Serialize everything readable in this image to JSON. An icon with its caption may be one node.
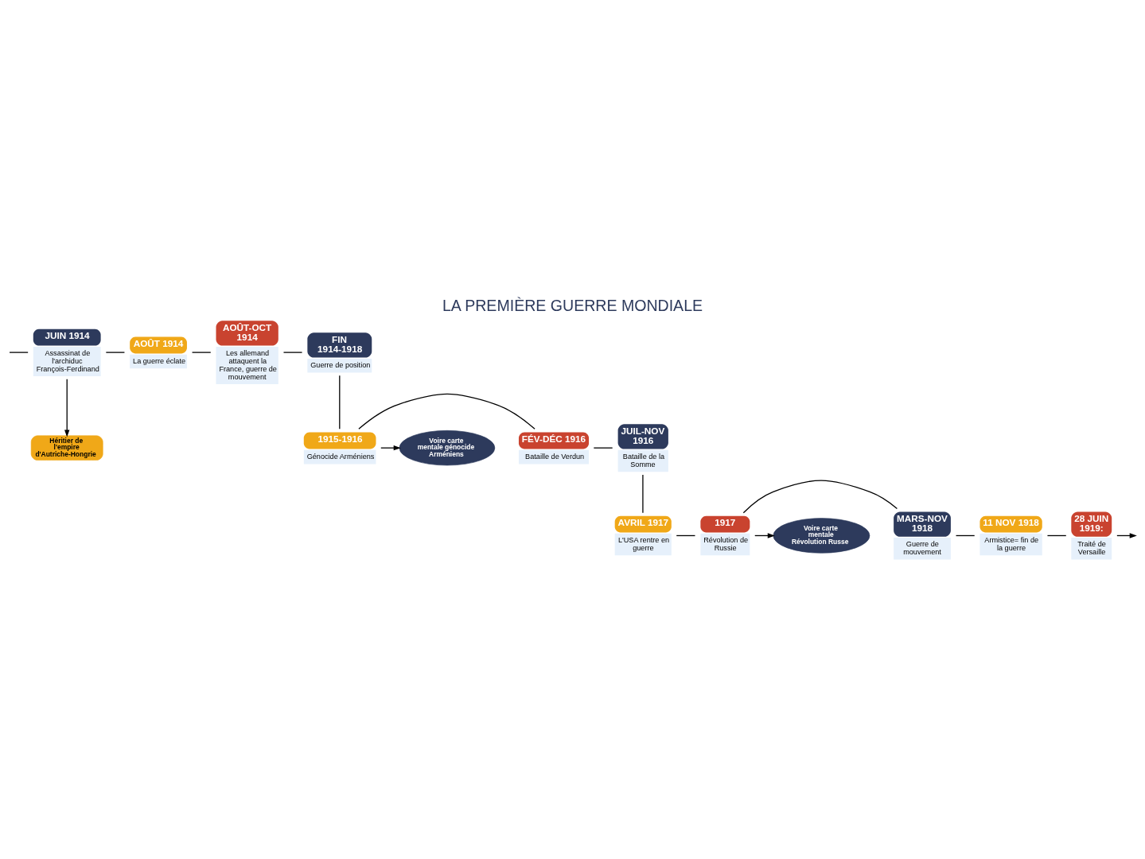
{
  "diagram": {
    "title": "LA PREMIÈRE GUERRE MONDIALE",
    "nodes": [
      {
        "text": [
          "JUIN 1914",
          "Assassinat de l'archiduc François-Ferdinand"
        ]
      },
      {
        "text": [
          "AOÛT 1914",
          "La guerre éclate"
        ]
      },
      {
        "text": [
          "AOÛT-OCT 1914",
          "Les allemand attaquent la France, guerre de mouvement"
        ]
      },
      {
        "text": [
          "FIN 1914-1918",
          "Guerre de position"
        ]
      },
      {
        "text": [
          "Héritier de l'empire d'Autriche-Hongrie"
        ]
      },
      {
        "text": [
          "JUIL-NOV 1916",
          "Bataille de la Somme"
        ]
      },
      {
        "text": [
          "FÉV-DÉC 1916",
          "Bataille de Verdun"
        ]
      },
      {
        "text": [
          "1915-1916",
          "Génocide Arméniens"
        ]
      },
      {
        "text": [
          "Voire carte mentale génocide Arméniens"
        ]
      },
      {
        "text": [
          "AVRIL 1917",
          "L'USA rentre en guerre"
        ]
      },
      {
        "text": [
          "1917",
          "Révolution de Russie"
        ]
      },
      {
        "text": [
          "MARS-NOV 1918",
          "Guerre de mouvement"
        ]
      },
      {
        "text": [
          "11 NOV 1918",
          "Armistice= fin de la guerre"
        ]
      },
      {
        "text": [
          "28 JUIN 1919:",
          "Traité de Versaille"
        ]
      },
      {
        "text": [
          "Voire carte mentale Révolution Russe"
        ]
      }
    ],
    "edges": [
      {
        "from": null,
        "to": 0,
        "arrow": "none"
      },
      {
        "from": 0,
        "to": 1,
        "arrow": "none"
      },
      {
        "from": 1,
        "to": 2,
        "arrow": "none"
      },
      {
        "from": 2,
        "to": 3,
        "arrow": "none"
      },
      {
        "from": 3,
        "to": 7,
        "arrow": "none"
      },
      {
        "from": 7,
        "to": 6,
        "arrow": "none"
      },
      {
        "from": 6,
        "to": 5,
        "arrow": "none"
      },
      {
        "from": 5,
        "to": 9,
        "arrow": "none"
      },
      {
        "from": 9,
        "to": 10,
        "arrow": "none"
      },
      {
        "from": 10,
        "to": 11,
        "arrow": "none"
      },
      {
        "from": 11,
        "to": 12,
        "arrow": "none"
      },
      {
        "from": 12,
        "to": 13,
        "arrow": "none"
      },
      {
        "from": 13,
        "to": null,
        "arrow": "to"
      },
      {
        "from": 0,
        "to": 4,
        "arrow": "to"
      },
      {
        "from": 7,
        "to": 8,
        "arrow": "to"
      },
      {
        "from": 10,
        "to": 14,
        "arrow": "to"
      }
    ]
  }
}
